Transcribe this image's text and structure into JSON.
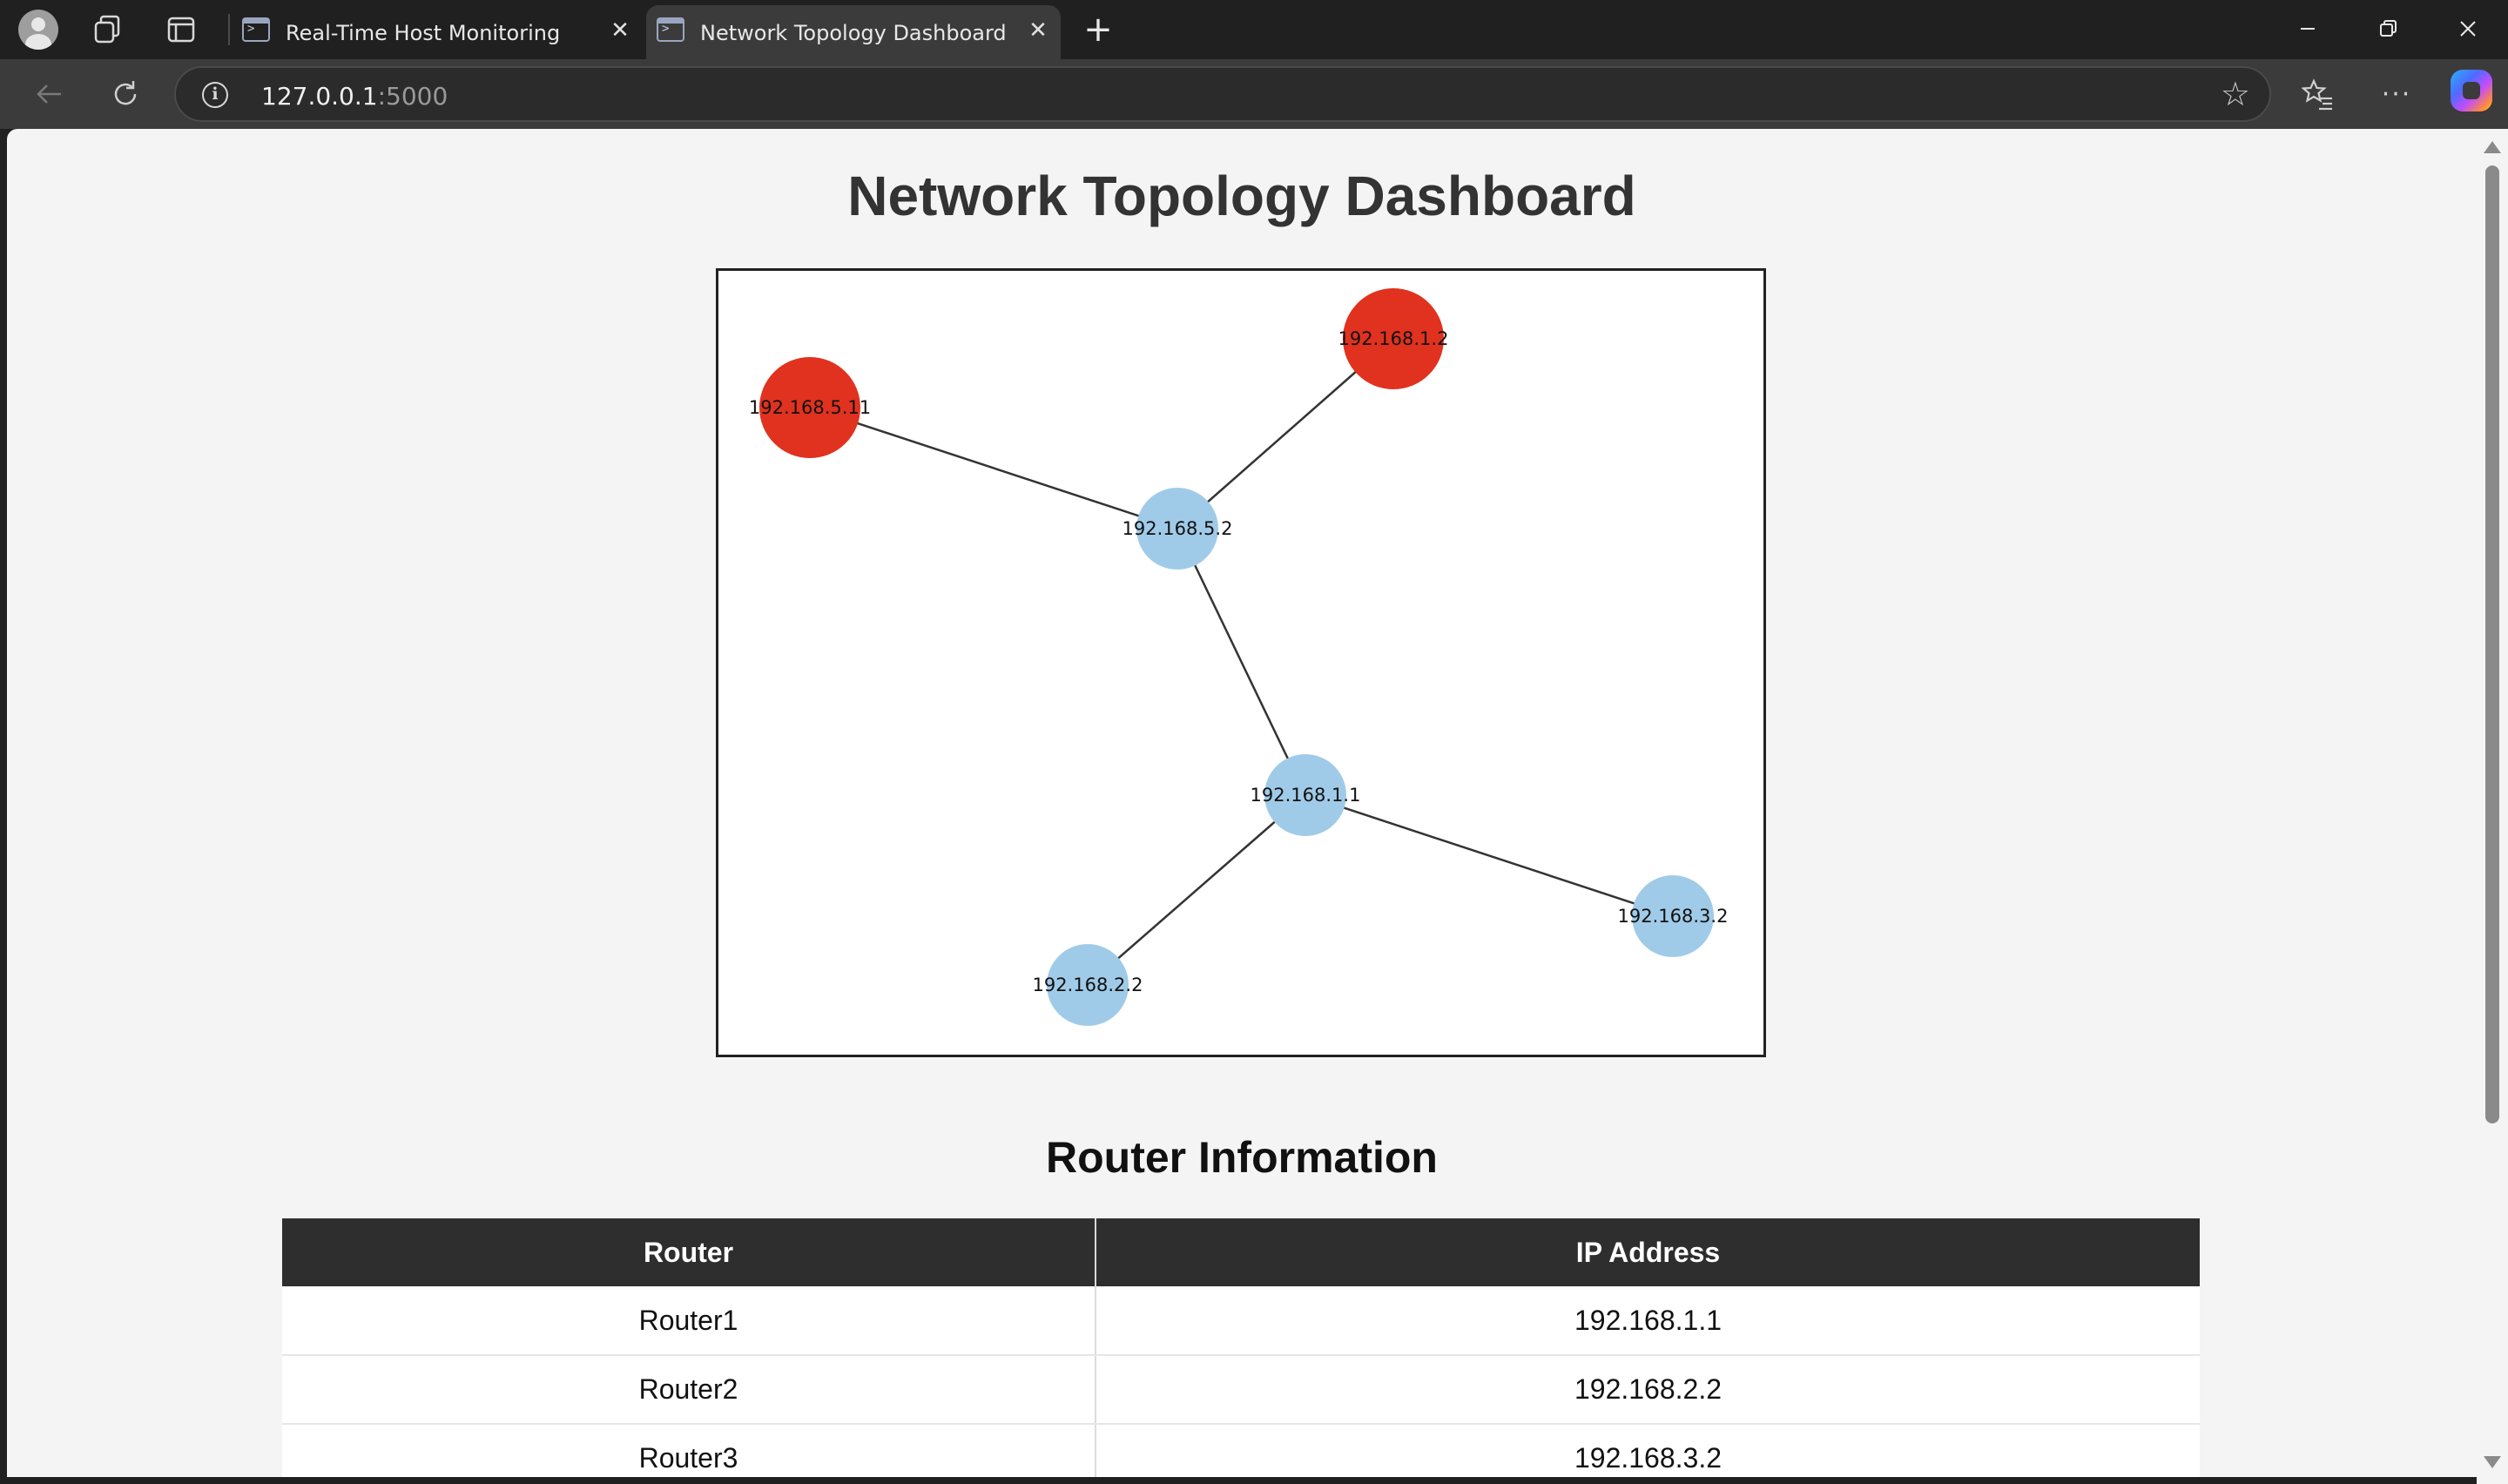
{
  "browser": {
    "tabs": [
      {
        "title": "Real-Time Host Monitoring",
        "active": false
      },
      {
        "title": "Network Topology Dashboard",
        "active": true
      }
    ],
    "address": {
      "host": "127.0.0.1",
      "port": ":5000"
    }
  },
  "page": {
    "title": "Network Topology Dashboard",
    "section_title": "Router Information",
    "table": {
      "headers": [
        "Router",
        "IP Address"
      ],
      "rows": [
        [
          "Router1",
          "192.168.1.1"
        ],
        [
          "Router2",
          "192.168.2.2"
        ],
        [
          "Router3",
          "192.168.3.2"
        ]
      ]
    }
  },
  "topology": {
    "colors": {
      "router": "#a0cbe8",
      "host": "#e0321f",
      "edge": "#333333"
    },
    "nodes": [
      {
        "id": "192.168.5.11",
        "kind": "host"
      },
      {
        "id": "192.168.1.2",
        "kind": "host"
      },
      {
        "id": "192.168.5.2",
        "kind": "router"
      },
      {
        "id": "192.168.1.1",
        "kind": "router"
      },
      {
        "id": "192.168.3.2",
        "kind": "router"
      },
      {
        "id": "192.168.2.2",
        "kind": "router"
      }
    ],
    "edges": [
      [
        "192.168.5.11",
        "192.168.5.2"
      ],
      [
        "192.168.1.2",
        "192.168.5.2"
      ],
      [
        "192.168.5.2",
        "192.168.1.1"
      ],
      [
        "192.168.1.1",
        "192.168.3.2"
      ],
      [
        "192.168.1.1",
        "192.168.2.2"
      ]
    ]
  }
}
